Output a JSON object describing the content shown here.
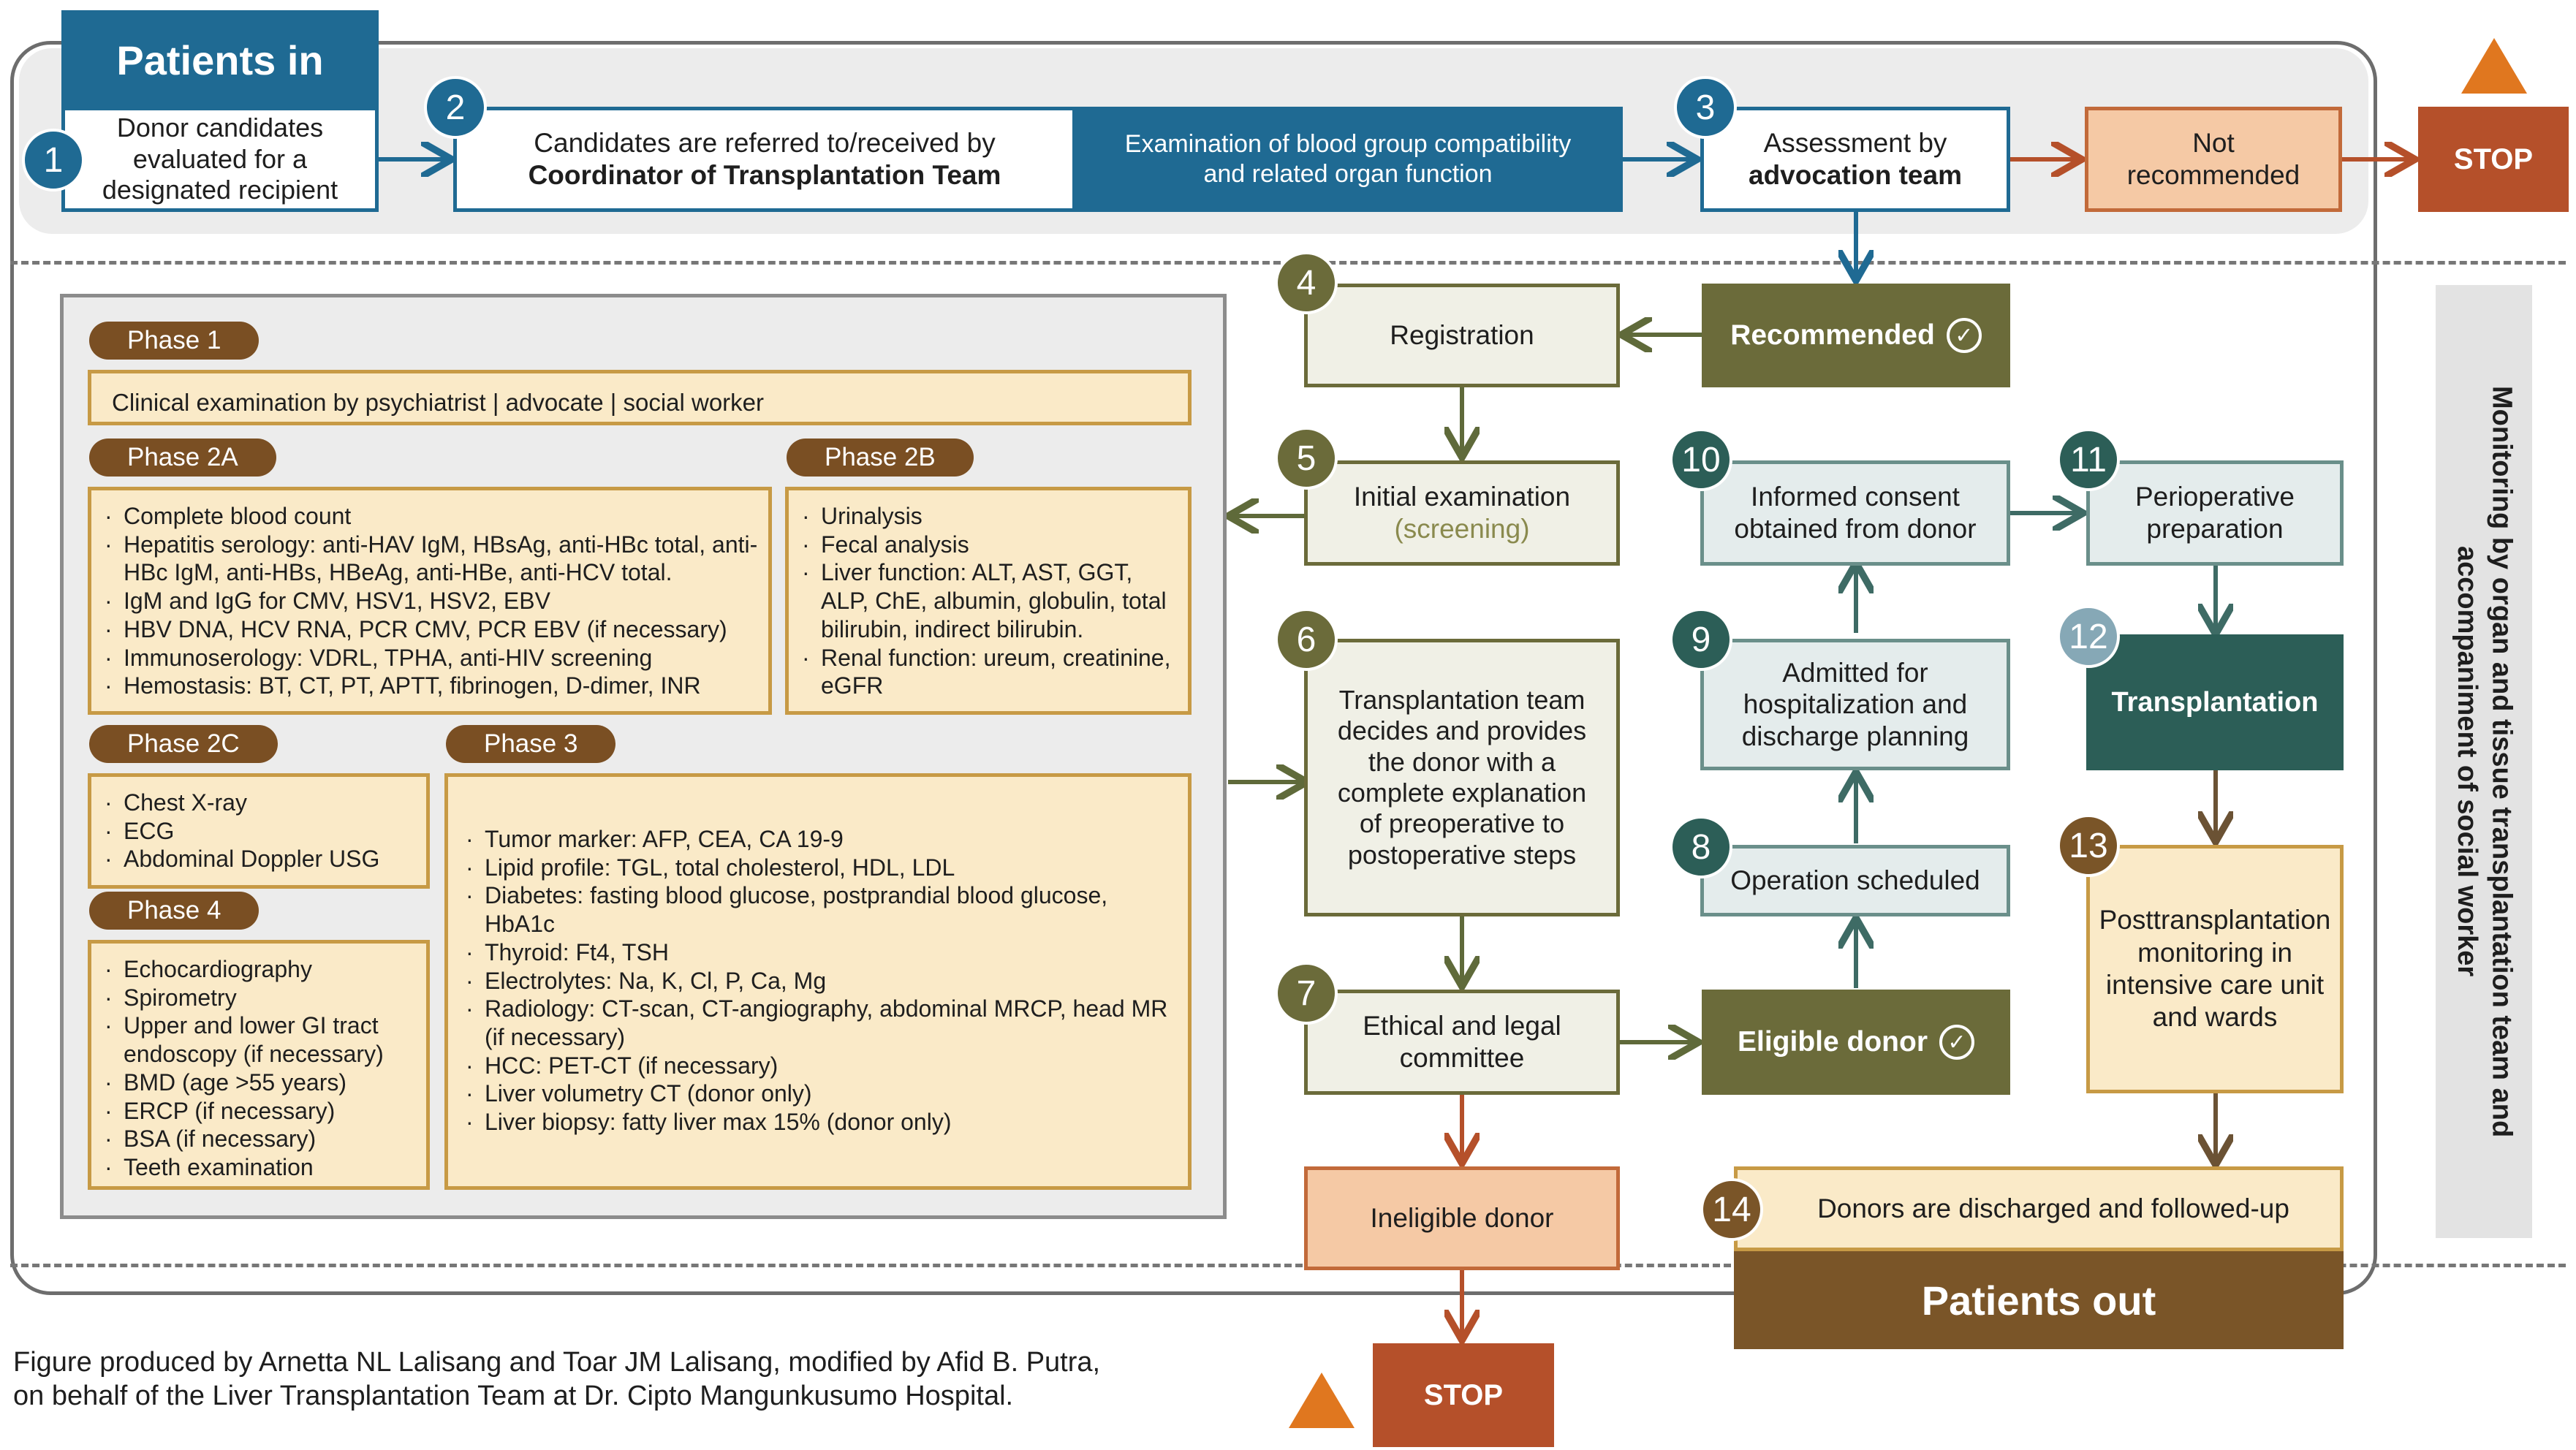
{
  "header": {
    "patients_in": "Patients in",
    "patients_out": "Patients out"
  },
  "steps": {
    "s1": {
      "num": "1",
      "text": "Donor candidates evaluated for a designated recipient"
    },
    "s2": {
      "num": "2",
      "line1": "Candidates are referred to/received by",
      "line2": "Coordinator of Transplantation Team"
    },
    "s2_note": "Examination of blood group compatibility and related organ function",
    "s3": {
      "num": "3",
      "line1": "Assessment by",
      "line2": "advocation team"
    },
    "s4": {
      "num": "4",
      "text": "Registration"
    },
    "s5": {
      "num": "5",
      "line1": "Initial examination",
      "line2": "(screening)"
    },
    "s6": {
      "num": "6",
      "text": "Transplantation team decides and provides the donor with a complete explanation of preoperative to postoperative steps"
    },
    "s7": {
      "num": "7",
      "text": "Ethical and legal committee"
    },
    "s8": {
      "num": "8",
      "text": "Operation scheduled"
    },
    "s9": {
      "num": "9",
      "text": "Admitted for hospitalization and discharge planning"
    },
    "s10": {
      "num": "10",
      "text": "Informed consent obtained from donor"
    },
    "s11": {
      "num": "11",
      "text": "Perioperative preparation"
    },
    "s12": {
      "num": "12",
      "text": "Transplantation"
    },
    "s13": {
      "num": "13",
      "text": "Posttransplantation monitoring in intensive care unit and wards"
    },
    "s14": {
      "num": "14",
      "text": "Donors are discharged and followed-up"
    }
  },
  "outcomes": {
    "not_recommended": "Not recommended",
    "recommended": "Recommended",
    "eligible": "Eligible donor",
    "ineligible": "Ineligible donor",
    "stop": "STOP"
  },
  "phases": {
    "p1": {
      "label": "Phase 1",
      "text": "Clinical examination by psychiatrist | advocate | social worker"
    },
    "p2a": {
      "label": "Phase 2A",
      "items": [
        "Complete blood count",
        "Hepatitis serology: anti-HAV IgM, HBsAg, anti-HBc total, anti-HBc IgM, anti-HBs, HBeAg, anti-HBe, anti-HCV total.",
        "IgM and IgG for CMV, HSV1, HSV2, EBV",
        "HBV DNA, HCV RNA, PCR CMV, PCR EBV (if necessary)",
        "Immunoserology: VDRL, TPHA, anti-HIV screening",
        "Hemostasis: BT, CT, PT, APTT, fibrinogen, D-dimer, INR"
      ]
    },
    "p2b": {
      "label": "Phase 2B",
      "items": [
        "Urinalysis",
        "Fecal analysis",
        "Liver function: ALT, AST, GGT, ALP, ChE, albumin, globulin, total bilirubin, indirect bilirubin.",
        "Renal function: ureum, creatinine, eGFR"
      ]
    },
    "p2c": {
      "label": "Phase 2C",
      "items": [
        "Chest X-ray",
        "ECG",
        "Abdominal Doppler USG"
      ]
    },
    "p3": {
      "label": "Phase 3",
      "items": [
        "Tumor marker: AFP, CEA, CA 19-9",
        "Lipid profile: TGL, total cholesterol, HDL, LDL",
        "Diabetes: fasting blood glucose, postprandial blood glucose, HbA1c",
        "Thyroid: Ft4, TSH",
        "Electrolytes: Na, K, Cl, P, Ca, Mg",
        "Radiology: CT-scan, CT-angiography, abdominal MRCP, head MR (if necessary)",
        "HCC: PET-CT (if necessary)",
        "Liver volumetry CT (donor only)",
        "Liver biopsy: fatty liver max 15% (donor only)"
      ]
    },
    "p4": {
      "label": "Phase 4",
      "items": [
        "Echocardiography",
        "Spirometry",
        "Upper and lower GI tract endoscopy (if necessary)",
        "BMD (age >55 years)",
        "ERCP (if necessary)",
        "BSA (if necessary)",
        "Teeth examination"
      ]
    }
  },
  "monitoring": "Monitoring by organ and tissue transplantation team and accompaniment of social worker",
  "caption": {
    "line1": "Figure produced by Arnetta NL Lalisang and Toar JM Lalisang, modified by Afid B. Putra,",
    "line2": "on behalf of the Liver Transplantation Team at Dr. Cipto Mangunkusumo Hospital."
  },
  "icons": {
    "check": "check-circle-icon",
    "warning": "warning-triangle-icon"
  },
  "colors": {
    "blue": "#1f6a93",
    "olive": "#6b6b3a",
    "teal": "#2c5e57",
    "brown": "#7a5528",
    "stop": "#b5502a",
    "orange": "#e0771f"
  }
}
